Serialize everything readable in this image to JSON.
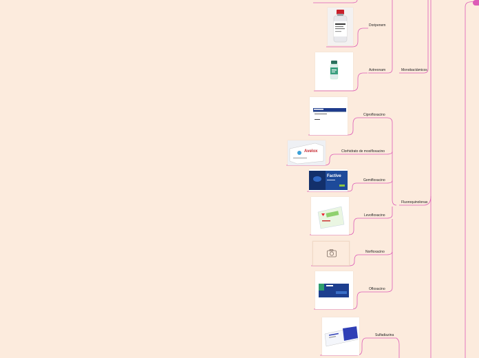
{
  "colors": {
    "background": "#fcebdd",
    "connector": "#dd5bb6",
    "accent": "#dd5bb6"
  },
  "groups": [
    {
      "id": "monobactamicos",
      "label": "Monobactámicos"
    },
    {
      "id": "fluoroquinolonas",
      "label": "Fluoroquinolonas"
    }
  ],
  "items": [
    {
      "id": "doripenem",
      "label": "Doripenem",
      "image": "vial-photo"
    },
    {
      "id": "aztreonam",
      "label": "Aztreonam",
      "image": "vial-photo"
    },
    {
      "id": "ciprofloxacino",
      "label": "Ciprofloxacino",
      "image": "medicine-box-photo"
    },
    {
      "id": "moxifloxacino",
      "label": "Clorhidrato de moxifloxacino",
      "image": "medicine-box-photo",
      "image_text": "Avelox"
    },
    {
      "id": "gemifloxacino",
      "label": "Gemifloxacino",
      "image": "medicine-box-photo",
      "image_text": "Factive"
    },
    {
      "id": "levofloxacino",
      "label": "Levofloxacino",
      "image": "medicine-box-photo"
    },
    {
      "id": "norfloxacino",
      "label": "Norfloxacino",
      "image": "camera-icon"
    },
    {
      "id": "ofloxacino",
      "label": "Ofloxacino",
      "image": "medicine-box-photo"
    },
    {
      "id": "sulfadiazina",
      "label": "Sulfadiazina",
      "image": "medicine-box-photo"
    }
  ]
}
